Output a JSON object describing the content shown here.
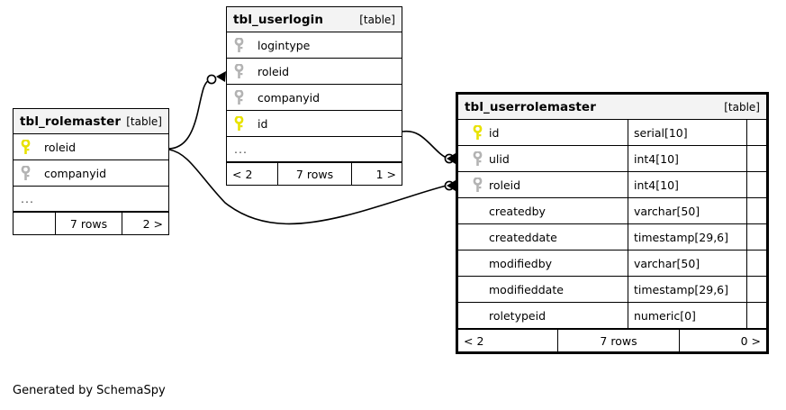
{
  "diagram": {
    "kind_label": "[table]",
    "footer_note": "Generated by SchemaSpy",
    "colors": {
      "primary_key": "#e8e200",
      "foreign_key": "#b3b3b3",
      "header_bg": "#f3f3f3",
      "border": "#000000",
      "background": "#ffffff"
    },
    "tables": [
      {
        "id": "tbl_rolemaster",
        "name": "tbl_rolemaster",
        "kind": "[table]",
        "columns": [
          {
            "name": "roleid",
            "key": "primary"
          },
          {
            "name": "companyid",
            "key": "foreign"
          }
        ],
        "ellipsis": "...",
        "footer": {
          "prev": "",
          "count": "7 rows",
          "next": "2 >"
        }
      },
      {
        "id": "tbl_userlogin",
        "name": "tbl_userlogin",
        "kind": "[table]",
        "columns": [
          {
            "name": "logintype",
            "key": "foreign"
          },
          {
            "name": "roleid",
            "key": "foreign"
          },
          {
            "name": "companyid",
            "key": "foreign"
          },
          {
            "name": "id",
            "key": "primary"
          }
        ],
        "ellipsis": "...",
        "footer": {
          "prev": "< 2",
          "count": "7 rows",
          "next": "1 >"
        }
      },
      {
        "id": "tbl_userrolemaster",
        "name": "tbl_userrolemaster",
        "kind": "[table]",
        "columns": [
          {
            "name": "id",
            "type": "serial[10]",
            "key": "primary"
          },
          {
            "name": "ulid",
            "type": "int4[10]",
            "key": "foreign"
          },
          {
            "name": "roleid",
            "type": "int4[10]",
            "key": "foreign"
          },
          {
            "name": "createdby",
            "type": "varchar[50]",
            "key": "none"
          },
          {
            "name": "createddate",
            "type": "timestamp[29,6]",
            "key": "none"
          },
          {
            "name": "modifiedby",
            "type": "varchar[50]",
            "key": "none"
          },
          {
            "name": "modifieddate",
            "type": "timestamp[29,6]",
            "key": "none"
          },
          {
            "name": "roletypeid",
            "type": "numeric[0]",
            "key": "none"
          }
        ],
        "footer": {
          "prev": "< 2",
          "count": "7 rows",
          "next": "0 >"
        }
      }
    ],
    "relationships": [
      {
        "id": "rolemaster-to-userlogin",
        "from_table": "tbl_rolemaster",
        "from_column": "roleid",
        "to_table": "tbl_userlogin",
        "to_column": "roleid"
      },
      {
        "id": "rolemaster-to-userrolemaster-ulid",
        "from_table": "tbl_userlogin",
        "from_column": "id",
        "to_table": "tbl_userrolemaster",
        "to_column": "ulid"
      },
      {
        "id": "rolemaster-to-userrolemaster-roleid",
        "from_table": "tbl_rolemaster",
        "from_column": "roleid",
        "to_table": "tbl_userrolemaster",
        "to_column": "roleid"
      }
    ]
  }
}
